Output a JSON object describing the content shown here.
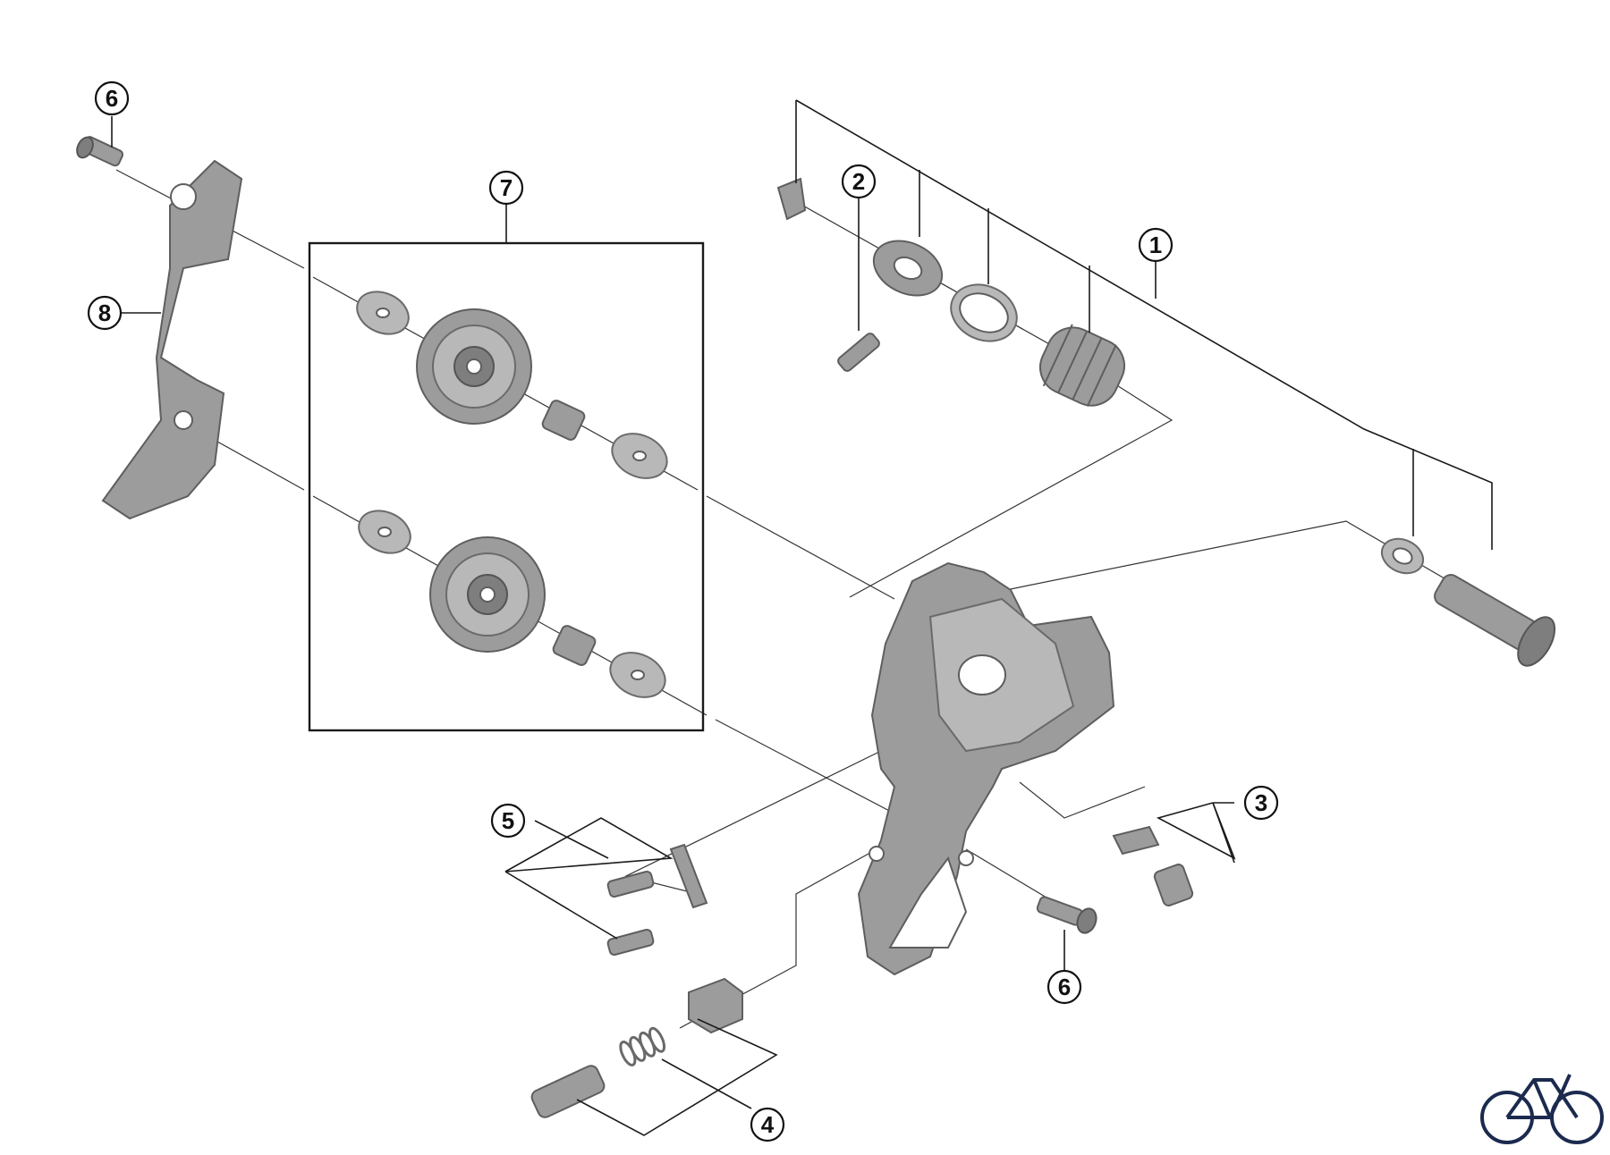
{
  "callouts": [
    {
      "label": "1"
    },
    {
      "label": "2"
    },
    {
      "label": "3"
    },
    {
      "label": "4"
    },
    {
      "label": "5"
    },
    {
      "label": "6"
    },
    {
      "label": "6"
    },
    {
      "label": "7"
    },
    {
      "label": "8"
    }
  ],
  "colors": {
    "part_fill": "#9c9c9c",
    "part_stroke": "#5e5e5e",
    "line": "#1a1a1a",
    "logo": "#1b2a4e"
  },
  "icons": {
    "logo": "bicycle-icon"
  }
}
